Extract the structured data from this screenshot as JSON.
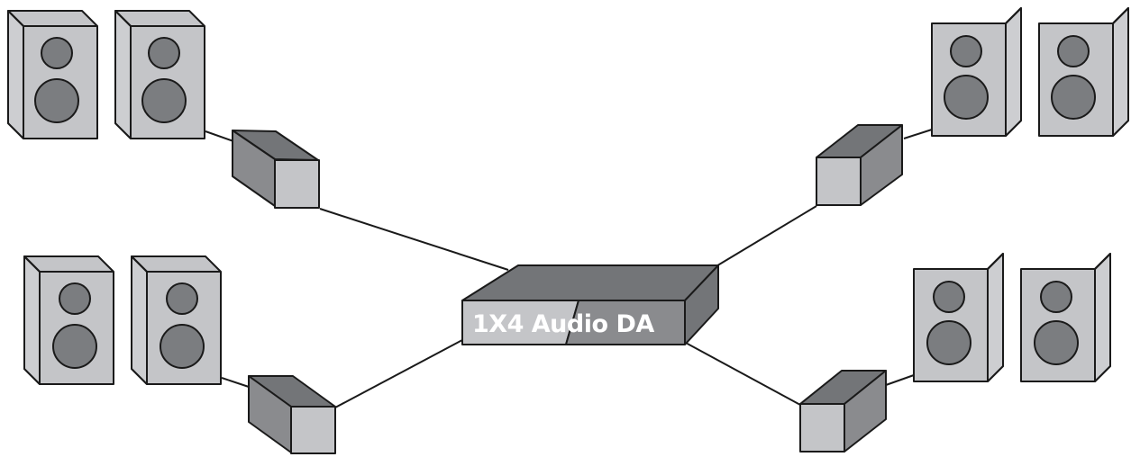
{
  "device": {
    "label": "1X4 Audio DA"
  },
  "colors": {
    "speaker_face": "#c4c5c8",
    "speaker_side": "#cdced1",
    "driver": "#7b7d80",
    "adapter_dark": "#737578",
    "adapter_light": "#c4c5c8",
    "line": "#1a1a1a"
  },
  "groups": [
    {
      "name": "top-left",
      "speakers": 2,
      "adapters": 1
    },
    {
      "name": "bottom-left",
      "speakers": 2,
      "adapters": 1
    },
    {
      "name": "top-right",
      "speakers": 2,
      "adapters": 1
    },
    {
      "name": "bottom-right",
      "speakers": 2,
      "adapters": 1
    }
  ]
}
